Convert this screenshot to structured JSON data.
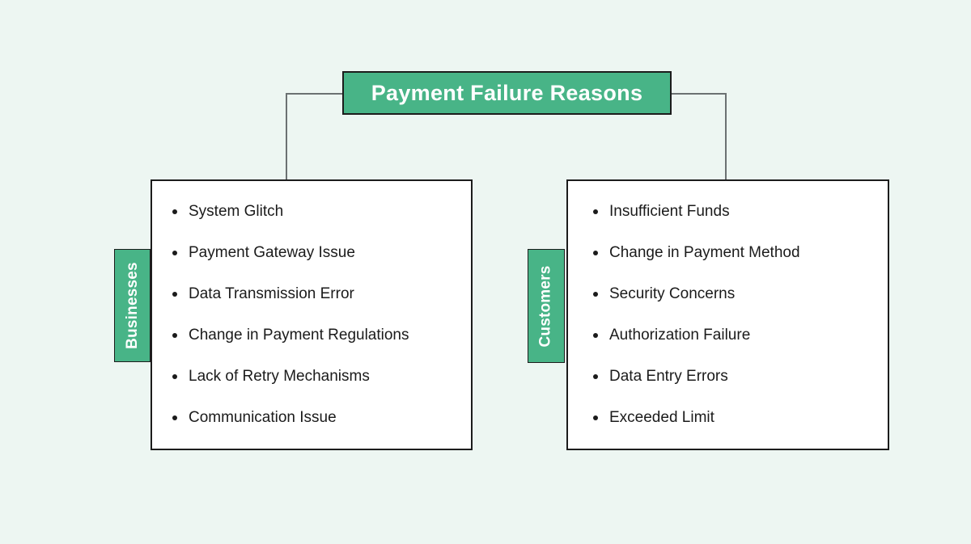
{
  "title": "Payment Failure Reasons",
  "branches": [
    {
      "label": "Businesses",
      "items": [
        "System Glitch",
        "Payment Gateway Issue",
        "Data Transmission Error",
        "Change in Payment Regulations",
        "Lack of Retry Mechanisms",
        "Communication Issue"
      ]
    },
    {
      "label": "Customers",
      "items": [
        "Insufficient Funds",
        "Change in Payment Method",
        "Security Concerns",
        "Authorization Failure",
        "Data Entry Errors",
        "Exceeded Limit"
      ]
    }
  ],
  "colors": {
    "accent_green": "#48b487",
    "background": "#edf6f2",
    "connector_line": "#6b7172",
    "box_border": "#1c1c1c",
    "text": "#1b1b1b",
    "label_text": "#ffffff"
  }
}
